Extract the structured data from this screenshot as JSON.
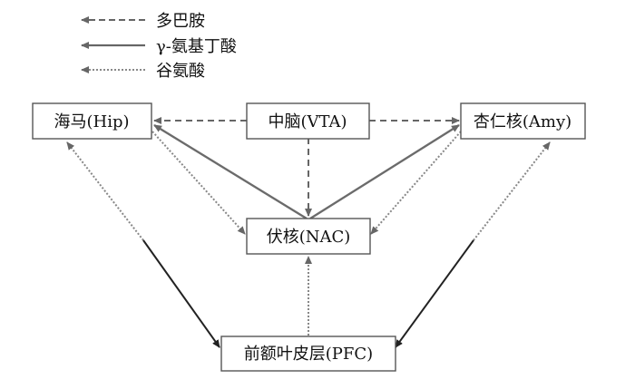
{
  "legend": [
    {
      "label": "多巴胺",
      "line_style": "dashed"
    },
    {
      "label": "γ-氨基丁酸",
      "line_style": "solid"
    },
    {
      "label": "谷氨酸",
      "line_style": "dotted"
    }
  ],
  "nodes": {
    "hip": "海马(Hip)",
    "vta": "中脑(VTA)",
    "amy": "杏仁核(Amy)",
    "nac": "伏核(NAC)",
    "pfc": "前额叶皮层(PFC)"
  },
  "connections": [
    {
      "from": "vta",
      "to": "hip",
      "type": "dopamine"
    },
    {
      "from": "vta",
      "to": "amy",
      "type": "dopamine"
    },
    {
      "from": "vta",
      "to": "nac",
      "type": "dopamine"
    },
    {
      "from": "nac",
      "to": "hip",
      "type": "gaba"
    },
    {
      "from": "nac",
      "to": "amy",
      "type": "gaba"
    },
    {
      "from": "hip",
      "to": "nac",
      "type": "glutamate"
    },
    {
      "from": "amy",
      "to": "nac",
      "type": "glutamate"
    },
    {
      "from": "pfc",
      "to": "nac",
      "type": "glutamate"
    },
    {
      "from": "hip",
      "to": "pfc",
      "type": "mixed"
    },
    {
      "from": "amy",
      "to": "pfc",
      "type": "mixed"
    }
  ],
  "colors": {
    "dashed": "#666666",
    "solid": "#6b6b6b",
    "dotted": "#8a8a8a",
    "dark": "#222222",
    "box_border": "#555555"
  }
}
